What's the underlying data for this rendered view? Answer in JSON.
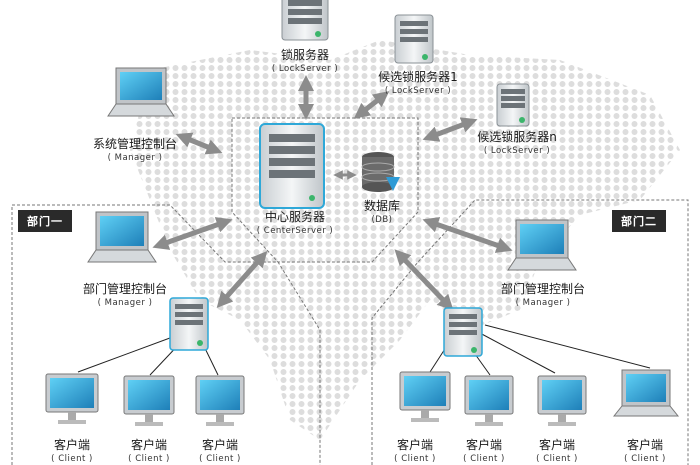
{
  "nodes": {
    "lock_server": {
      "title": "锁服务器",
      "subtitle": "( LockServer )"
    },
    "candidate_lock_1": {
      "title": "候选锁服务器1",
      "subtitle": "( LockServer )"
    },
    "candidate_lock_n": {
      "title": "候选锁服务器n",
      "subtitle": "( LockServer )"
    },
    "system_console": {
      "title": "系统管理控制台",
      "subtitle": "( Manager )"
    },
    "center_server": {
      "title": "中心服务器",
      "subtitle": "( CenterServer )"
    },
    "database": {
      "title": "数据库",
      "subtitle": "(DB)"
    },
    "dept1_console": {
      "title": "部门管理控制台",
      "subtitle": "( Manager )"
    },
    "dept2_console": {
      "title": "部门管理控制台",
      "subtitle": "( Manager )"
    },
    "client_label": {
      "title": "客户端",
      "subtitle": "( Client )"
    }
  },
  "departments": {
    "dept1": "部门一",
    "dept2": "部门二"
  },
  "colors": {
    "screen": "#2ea8d8",
    "server_body": "#dfe3e6",
    "arrow": "#8c8c8c",
    "map_dots": "#d9d9d9",
    "tag_bg": "#2a2a2a",
    "db_accent": "#2e9bd6"
  }
}
